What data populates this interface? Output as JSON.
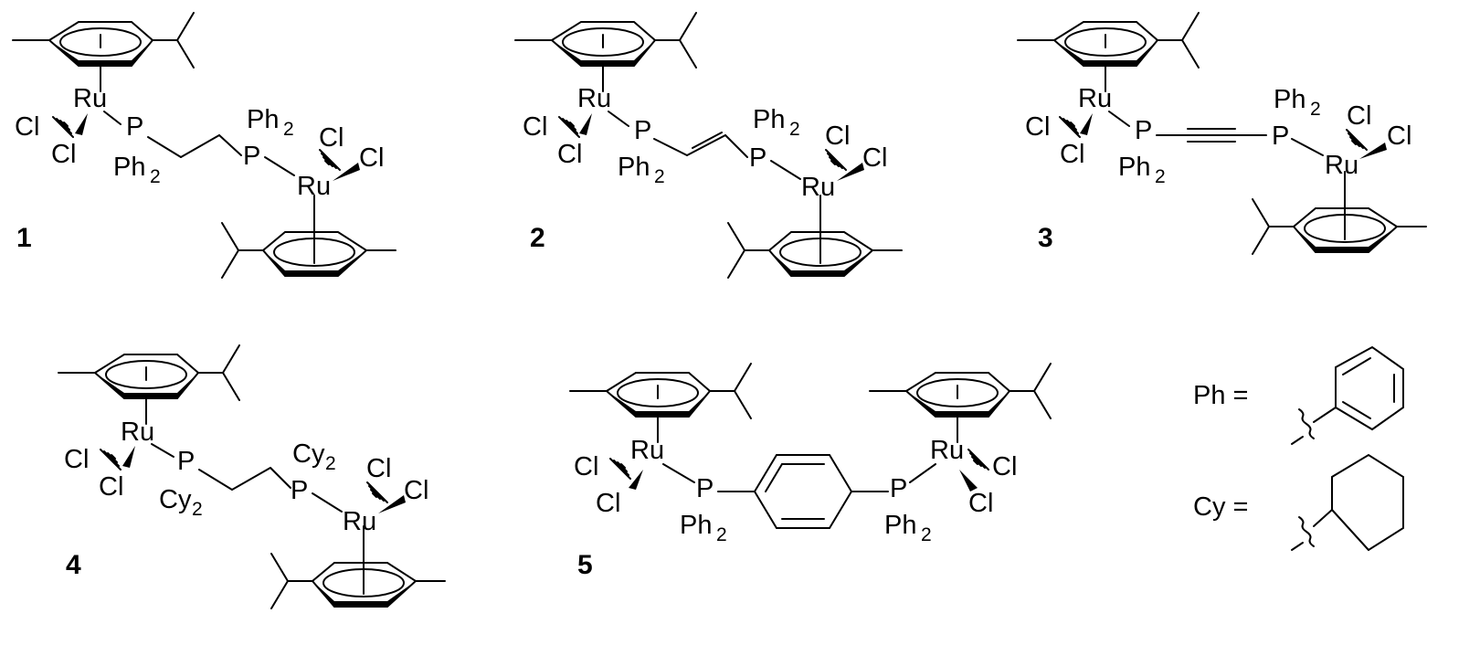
{
  "labels": {
    "ru": "Ru",
    "cl": "Cl",
    "p": "P",
    "ph": "Ph",
    "cy": "Cy",
    "sub2": "2"
  },
  "compounds": [
    "1",
    "2",
    "3",
    "4",
    "5"
  ],
  "legend": {
    "ph_eq": "Ph =",
    "cy_eq": "Cy ="
  }
}
